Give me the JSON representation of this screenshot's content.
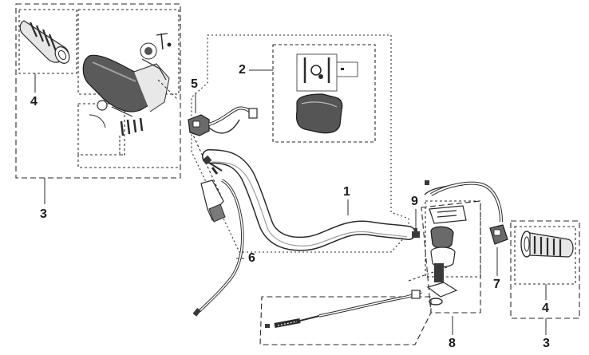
{
  "diagram": {
    "type": "exploded-parts-diagram",
    "colors": {
      "line": "#2a2a2a",
      "part_fill": "#f4f4f4",
      "shadow": "#8a8a8a",
      "background": "#ffffff"
    },
    "callouts": [
      {
        "id": "c1",
        "label": "1",
        "part": "handlebar"
      },
      {
        "id": "c2",
        "label": "2",
        "part": "handlebar-pad-kit"
      },
      {
        "id": "c3a",
        "label": "3",
        "part": "throttle-assembly"
      },
      {
        "id": "c3b",
        "label": "3",
        "part": "left-grip-assembly"
      },
      {
        "id": "c4a",
        "label": "4",
        "part": "throttle-grip"
      },
      {
        "id": "c4b",
        "label": "4",
        "part": "left-grip"
      },
      {
        "id": "c5",
        "label": "5",
        "part": "kill-switch"
      },
      {
        "id": "c6",
        "label": "6",
        "part": "throttle-cable"
      },
      {
        "id": "c7",
        "label": "7",
        "part": "start-switch"
      },
      {
        "id": "c8",
        "label": "8",
        "part": "clutch-lever-assembly"
      },
      {
        "id": "c9",
        "label": "9",
        "part": "adjuster-bolt"
      }
    ]
  }
}
